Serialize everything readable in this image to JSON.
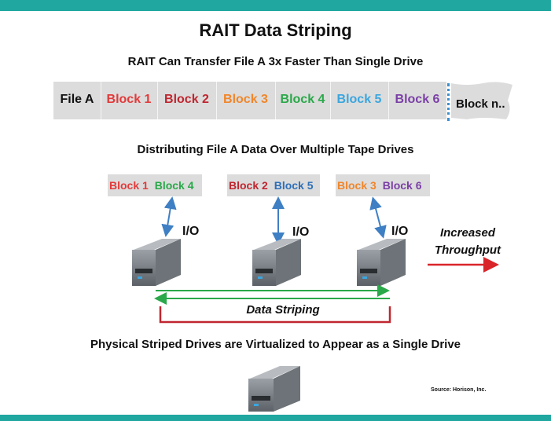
{
  "title": "RAIT Data Striping",
  "subtitle": "RAIT Can Transfer File A 3x Faster Than Single Drive",
  "file_strip": {
    "file_label": "File A",
    "blocks": [
      {
        "label": "Block 1",
        "color": "#e23b3b"
      },
      {
        "label": "Block 2",
        "color": "#c0262f"
      },
      {
        "label": "Block 3",
        "color": "#f0862b"
      },
      {
        "label": "Block 4",
        "color": "#2aa84a"
      },
      {
        "label": "Block 5",
        "color": "#3aa6df"
      },
      {
        "label": "Block 6",
        "color": "#7b3fa6"
      }
    ],
    "tail_label": "Block n.."
  },
  "distribution_title": "Distributing File A Data Over Multiple Tape Drives",
  "groups": [
    {
      "a": "Block 1",
      "a_color": "#e23b3b",
      "b": "Block 4",
      "b_color": "#2aa84a",
      "io": "I/O"
    },
    {
      "a": "Block 2",
      "a_color": "#c0262f",
      "b": "Block 5",
      "b_color": "#2e6fb7",
      "io": "I/O"
    },
    {
      "a": "Block 3",
      "a_color": "#f0862b",
      "b": "Block 6",
      "b_color": "#7b3fa6",
      "io": "I/O"
    }
  ],
  "throughput_label": "Increased Throughput",
  "striping_label": "Data Striping",
  "caption": "Physical Striped Drives are Virtualized to Appear as a Single Drive",
  "source": "Source: Horison, Inc.",
  "colors": {
    "accent_bar": "#1fa7a0",
    "arrow_blue": "#3f7fc4",
    "arrow_red": "#d9252a",
    "arrow_green": "#2aa84a",
    "bracket_red": "#c0262f"
  }
}
